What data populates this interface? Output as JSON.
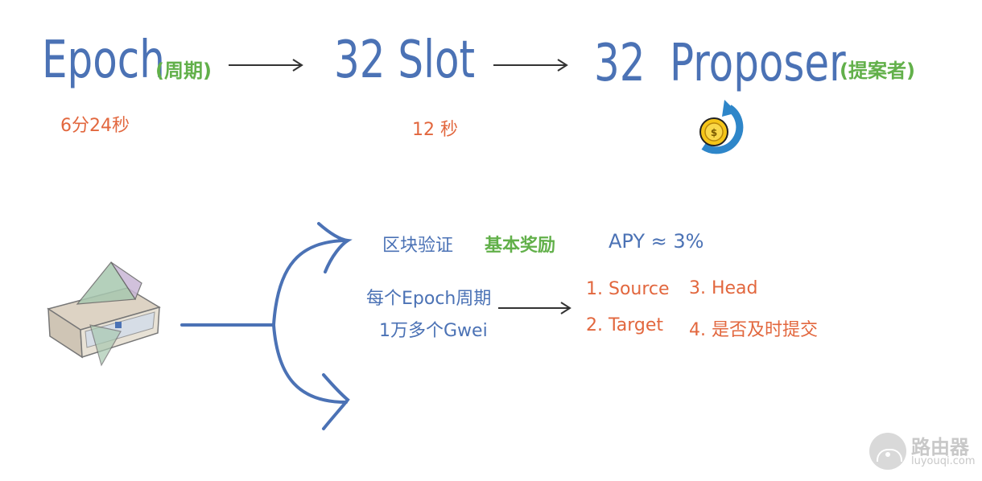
{
  "header": {
    "epoch_word": "Epoch",
    "epoch_paren": "(周期)",
    "epoch_duration": "6分24秒",
    "slot_word": "32 Slot",
    "slot_duration": "12 秒",
    "proposer_count": "32",
    "proposer_word": "Proposer",
    "proposer_paren": "(提案者)"
  },
  "branch_top": {
    "block_verify": "区块验证",
    "base_reward": "基本奖励",
    "apy": "APY ≈ 3%"
  },
  "branch_middle": {
    "per_epoch": "每个Epoch周期",
    "gwei": "1万多个Gwei"
  },
  "criteria": {
    "item1": "1. Source",
    "item2": "2. Target",
    "item3": "3. Head",
    "item4": "4. 是否及时提交"
  },
  "watermark": {
    "name": "路由器",
    "url": "luyouqi.com"
  },
  "colors": {
    "blue": "#4b72b5",
    "green": "#62b04a",
    "orange": "#e2673e"
  }
}
